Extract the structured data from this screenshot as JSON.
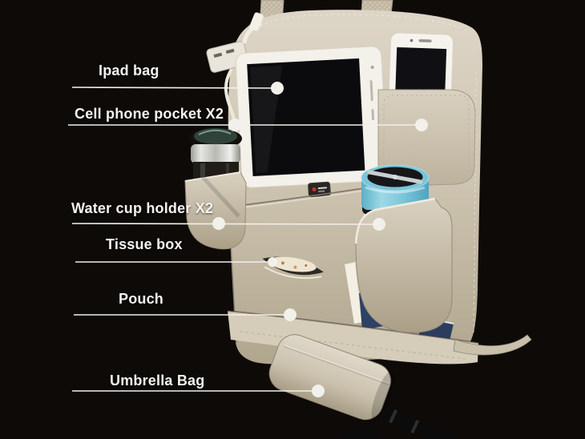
{
  "colors": {
    "background": "#0d0a08",
    "leather": "#d5ccba",
    "leather_shadow": "#a79d89",
    "label_text": "#f5f3ee",
    "callout_line": "#f2f0ea",
    "bottle_blue": "#7cc5da",
    "navy_item": "#2e4166",
    "umbrella_black": "#0b0b0b",
    "tablet_screen": "#0b0b0d"
  },
  "annotations": {
    "items": [
      {
        "id": "ipad-bag",
        "label": "Ipad bag"
      },
      {
        "id": "cell-phone-pocket",
        "label": "Cell phone pocket X2"
      },
      {
        "id": "water-cup-holder",
        "label": "Water cup holder X2"
      },
      {
        "id": "tissue-box",
        "label": "Tissue box"
      },
      {
        "id": "pouch",
        "label": "Pouch"
      },
      {
        "id": "umbrella-bag",
        "label": "Umbrella Bag"
      }
    ]
  }
}
